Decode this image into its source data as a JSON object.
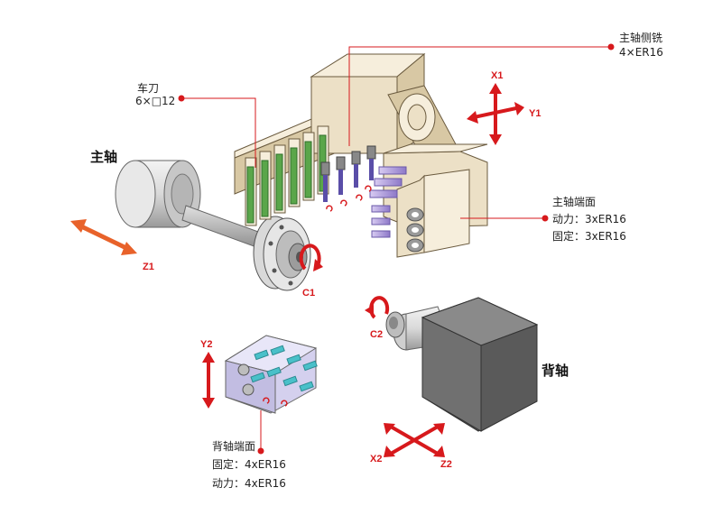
{
  "labels": {
    "main_spindle": "主轴",
    "sub_spindle": "背轴",
    "turning_tool": {
      "title": "车刀",
      "spec": "6×□12"
    },
    "main_side_milling": {
      "title": "主轴侧铣",
      "spec": "4×ER16"
    },
    "main_end_face": {
      "title": "主轴端面",
      "line1": "动力：3xER16",
      "line2": "固定：3xER16"
    },
    "sub_end_face": {
      "title": "背轴端面",
      "line1": "固定：4xER16",
      "line2": "动力：4xER16"
    }
  },
  "axes": {
    "x1": "X1",
    "y1": "Y1",
    "z1": "Z1",
    "c1": "C1",
    "c2": "C2",
    "y2": "Y2",
    "x2": "X2",
    "z2": "Z2"
  },
  "colors": {
    "accent": "#d7191c",
    "arrow_orange": "#e8622a",
    "tool_green": "#5aa64a",
    "machine_beige": "#ece0c6",
    "tool_purple": "#a58fd6",
    "tool_cyan": "#49c0c9",
    "block_lavender": "#d4d0ee",
    "sub_block_gray": "#6c6c6c"
  }
}
